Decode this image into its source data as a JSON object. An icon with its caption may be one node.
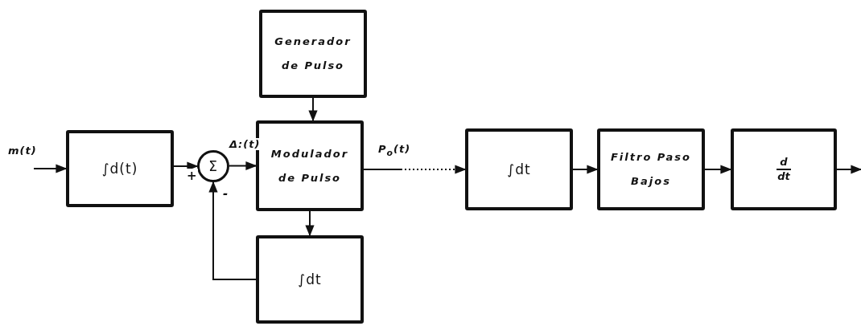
{
  "diagram": {
    "nodes": [
      {
        "text": [
          "∫d(t)"
        ]
      },
      {
        "text": [
          "Σ"
        ]
      },
      {
        "text": [
          "Generador de Pulso"
        ]
      },
      {
        "text": [
          "Modulador de Pulso"
        ]
      },
      {
        "text": [
          "∫dt"
        ]
      },
      {
        "text": [
          "∫dt"
        ]
      },
      {
        "text": [
          "Filtro Paso Bajos"
        ]
      },
      {
        "text": [
          "d",
          "dt"
        ]
      }
    ],
    "edges": [
      {
        "from": null,
        "to": 0,
        "arrow": "to",
        "label": "m(t)"
      },
      {
        "from": 0,
        "to": 1,
        "arrow": "to"
      },
      {
        "from": 1,
        "to": 3,
        "arrow": "to",
        "label": "Δ:(t)"
      },
      {
        "from": 2,
        "to": 3,
        "arrow": "to"
      },
      {
        "from": 3,
        "to": 5,
        "arrow": "to",
        "label": "P$_{o}$(t)",
        "style": "dashed"
      },
      {
        "from": 3,
        "to": 4,
        "arrow": "to"
      },
      {
        "from": 4,
        "to": 1,
        "arrow": "to"
      },
      {
        "from": 5,
        "to": 6,
        "arrow": "to"
      },
      {
        "from": 6,
        "to": 7,
        "arrow": "to"
      },
      {
        "from": 7,
        "to": null,
        "arrow": "to"
      }
    ],
    "labels": [
      "+",
      "-"
    ]
  }
}
